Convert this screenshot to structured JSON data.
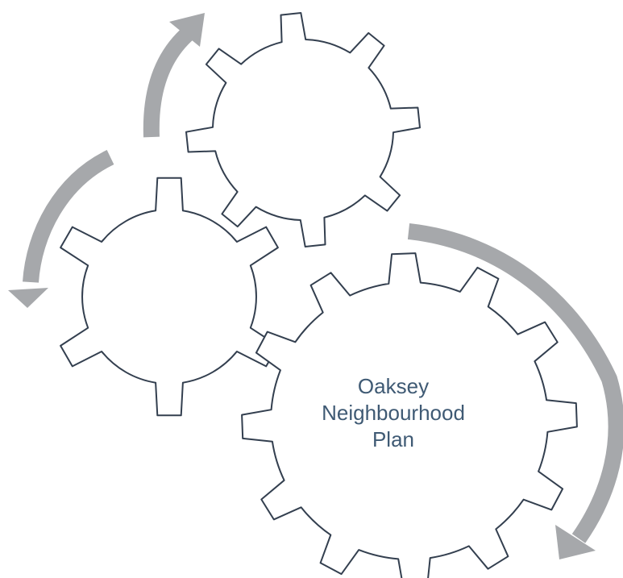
{
  "diagram": {
    "label_lines": [
      "Oaksey",
      "Neighbourhood",
      "Plan"
    ]
  },
  "colors": {
    "gear_outline": "#333f4f",
    "gear_fill": "#ffffff",
    "arrow": "#a6a8ab",
    "label_text": "#3f5a74"
  }
}
